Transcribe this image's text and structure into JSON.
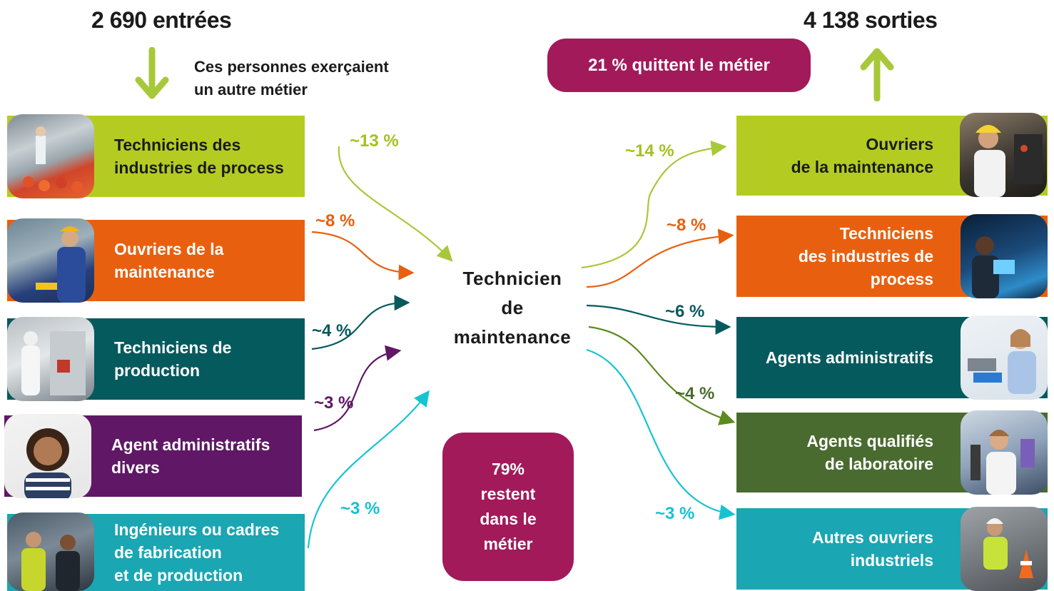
{
  "header": {
    "entries": "2 690 entrées",
    "exits": "4 138 sorties",
    "entries_note": "Ces personnes exerçaient\nun autre métier",
    "leave_pill": "21 % quittent le métier"
  },
  "center": {
    "title": "Technicien\nde\nmaintenance",
    "stay_pill": "79%\nrestent\ndans le\nmétier"
  },
  "left_boxes": [
    {
      "label": "Techniciens des\nindustries de process",
      "color": "#b4cc22",
      "pct": "~13 %",
      "pct_color": "#a2c21f"
    },
    {
      "label": "Ouvriers de la\nmaintenance",
      "color": "#e8600f",
      "pct": "~8 %",
      "pct_color": "#e8600f"
    },
    {
      "label": "Techniciens de\nproduction",
      "color": "#055a5e",
      "pct": "~4 %",
      "pct_color": "#065a5e"
    },
    {
      "label": "Agent administratifs\ndivers",
      "color": "#5f1766",
      "pct": "~3 %",
      "pct_color": "#5f1766"
    },
    {
      "label": "Ingénieurs ou cadres\nde fabrication\net de production",
      "color": "#1aa6b2",
      "pct": "~3 %",
      "pct_color": "#16c3d2"
    }
  ],
  "right_boxes": [
    {
      "label": "Ouvriers\nde la maintenance",
      "color": "#b4cc22",
      "pct": "~14 %",
      "pct_color": "#a2c21f"
    },
    {
      "label": "Techniciens\ndes industries de process",
      "color": "#e8600f",
      "pct": "~8 %",
      "pct_color": "#e8600f"
    },
    {
      "label": "Agents administratifs",
      "color": "#055a5e",
      "pct": "~6 %",
      "pct_color": "#065a5e"
    },
    {
      "label": "Agents qualifiés\nde laboratoire",
      "color": "#4a6b30",
      "pct": "~4 %",
      "pct_color": "#4a6b30"
    },
    {
      "label": "Autres ouvriers\nindustriels",
      "color": "#1aa6b2",
      "pct": "~3 %",
      "pct_color": "#16c3d2"
    }
  ],
  "icons": {
    "down_arrow": "down-arrow-icon",
    "up_arrow": "up-arrow-icon",
    "arrow_color": "#a8c83a"
  },
  "colors": {
    "pill": "#a21a5a"
  }
}
